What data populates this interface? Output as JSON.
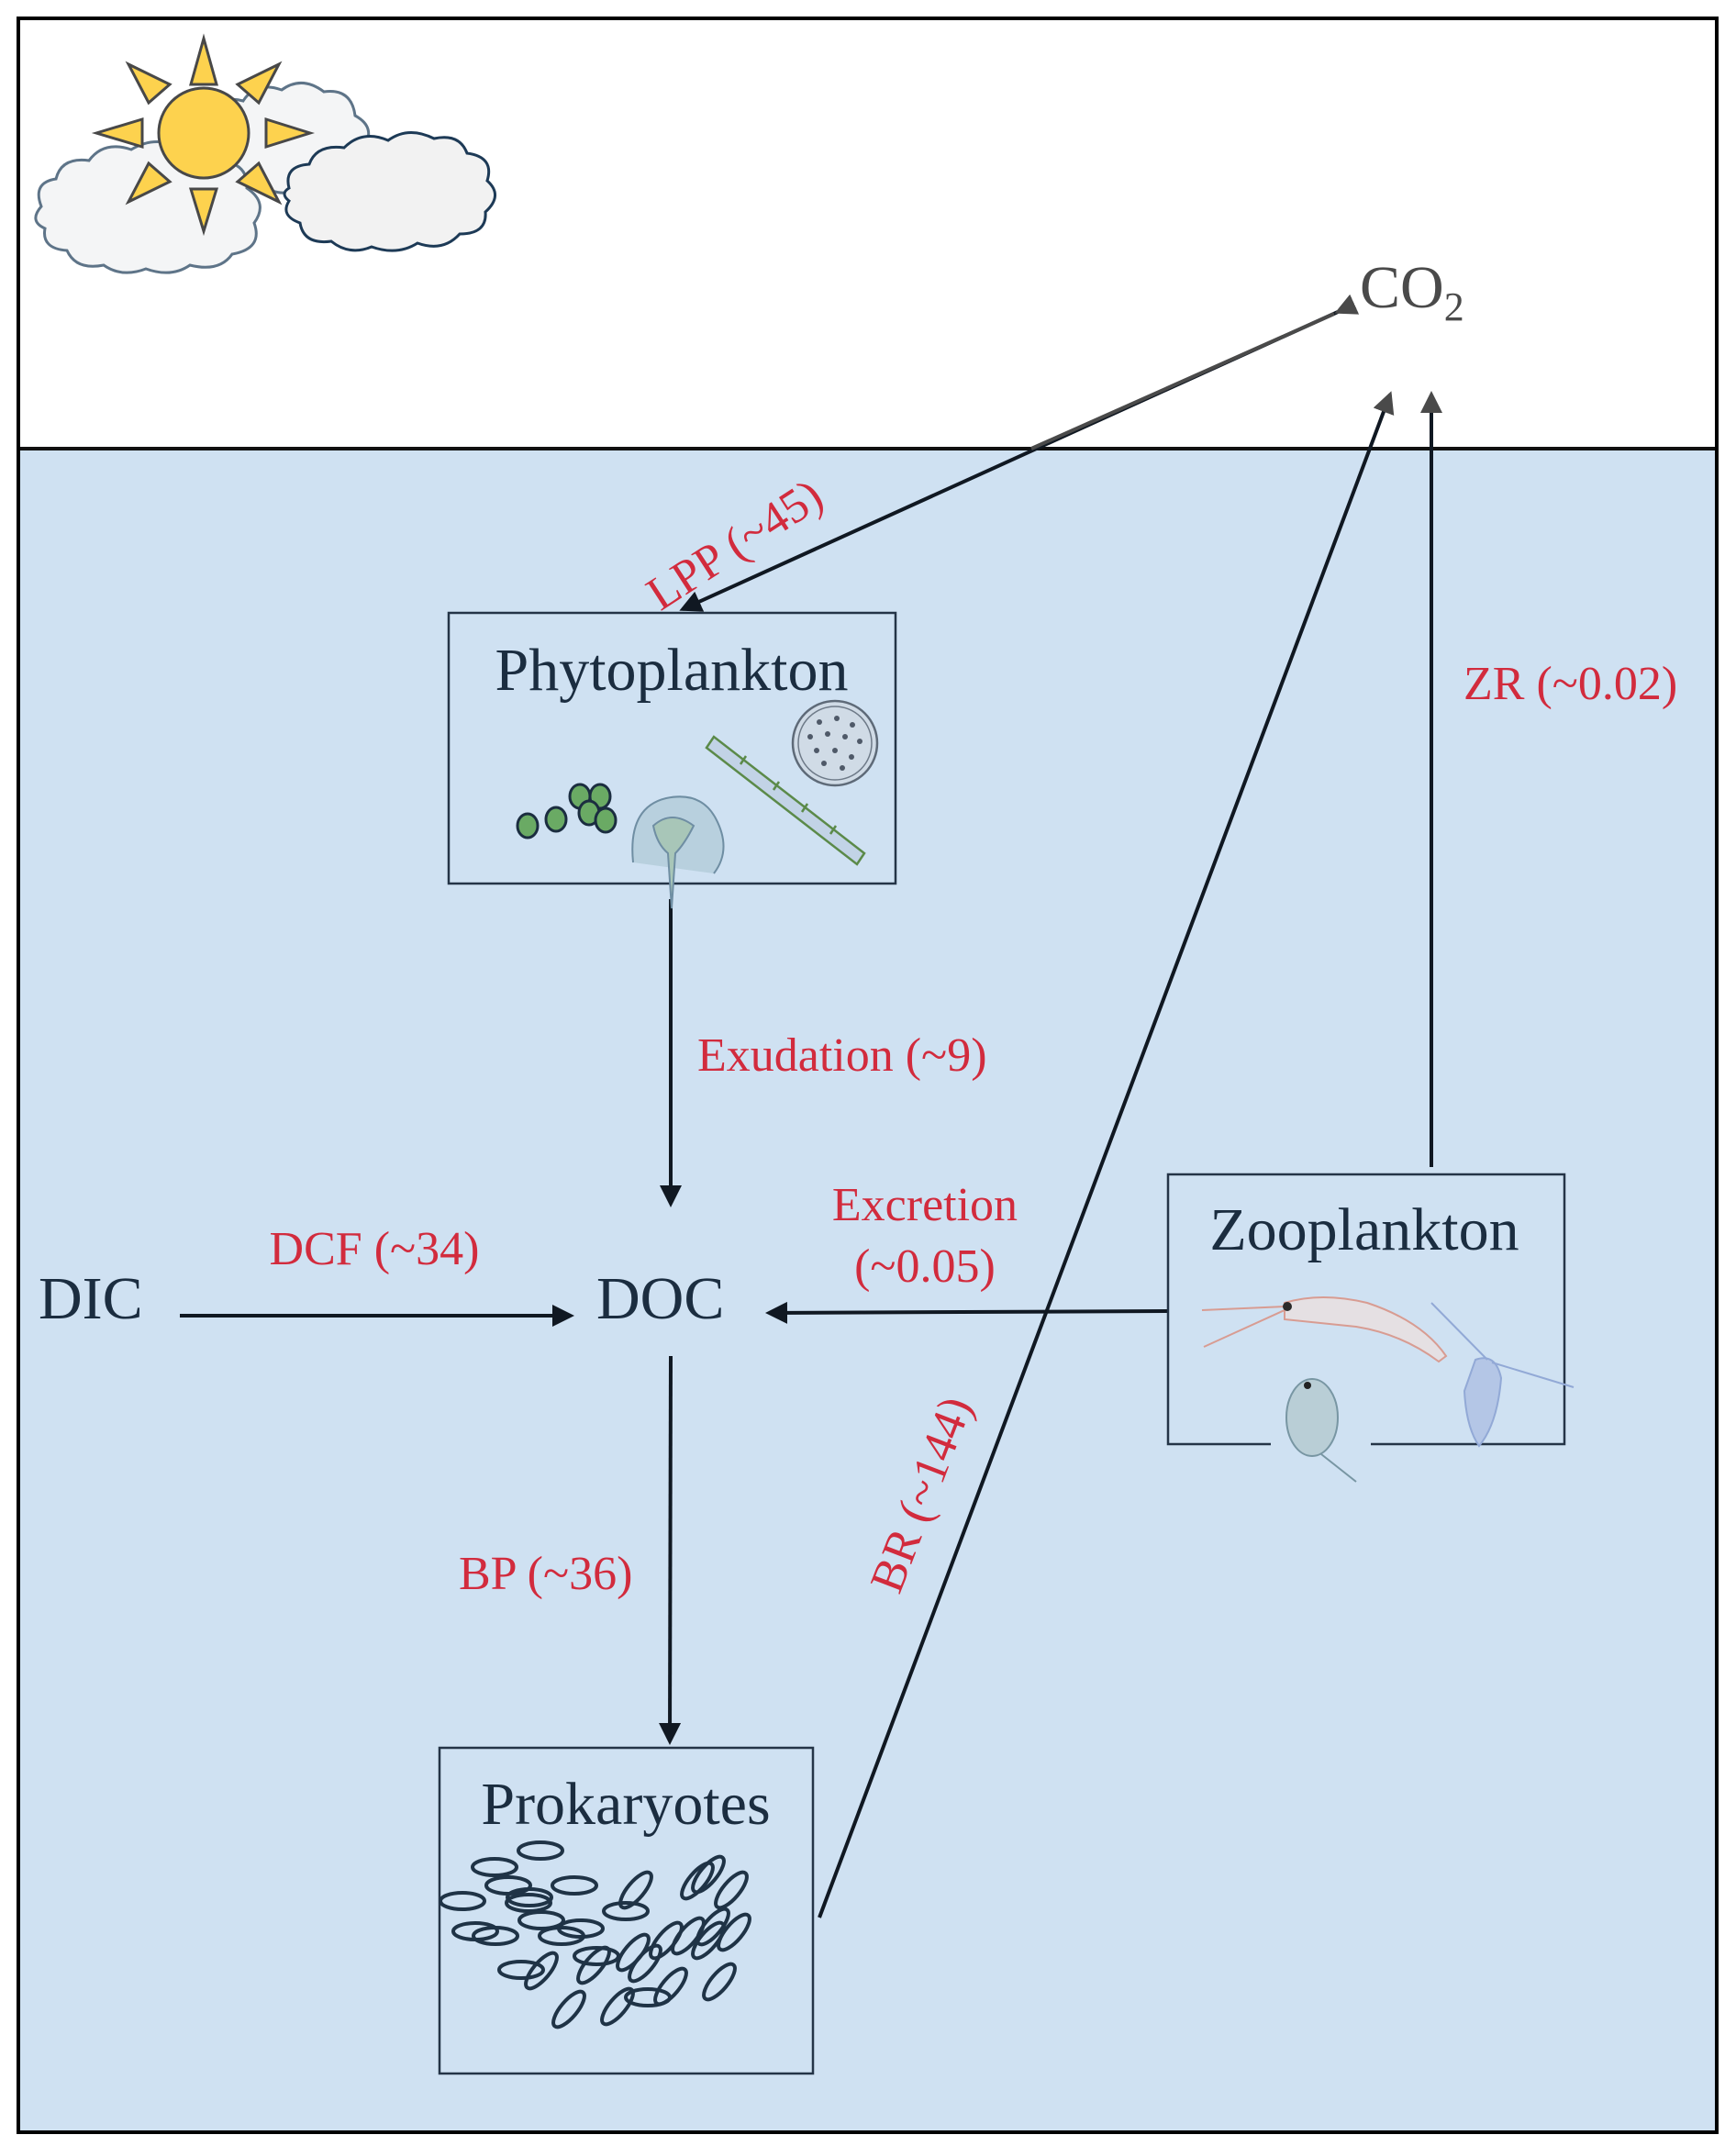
{
  "colors": {
    "water": "#cfe1f2",
    "sky": "#ffffff",
    "node_text": "#1b2d40",
    "flux_text": "#d22b3d",
    "co2_text": "#4a4a4a",
    "sun_fill": "#fdd24e"
  },
  "atmosphere": {
    "co2_label": "CO",
    "co2_subscript": "2",
    "icons": [
      "sun-icon",
      "cloud-icon",
      "cloud-icon",
      "cloud-icon"
    ]
  },
  "nodes": {
    "phytoplankton": "Phytoplankton",
    "zooplankton": "Zooplankton",
    "prokaryotes": "Prokaryotes",
    "dic": "DIC",
    "doc": "DOC"
  },
  "fluxes": {
    "lpp": "LPP (~45)",
    "zr": "ZR (~0.02)",
    "exudation": "Exudation (~9)",
    "excretion_line1": "Excretion",
    "excretion_line2": "(~0.05)",
    "dcf": "DCF (~34)",
    "bp": "BP (~36)",
    "br": "BR (~144)"
  },
  "illustrations": {
    "phytoplankton": [
      "green-algae-cells-icon",
      "dinoflagellate-icon",
      "filamentous-diatom-icon",
      "centric-diatom-icon"
    ],
    "zooplankton": [
      "krill-icon",
      "daphnia-icon",
      "copepod-icon"
    ],
    "prokaryotes": [
      "bacteria-cells-icon"
    ]
  }
}
